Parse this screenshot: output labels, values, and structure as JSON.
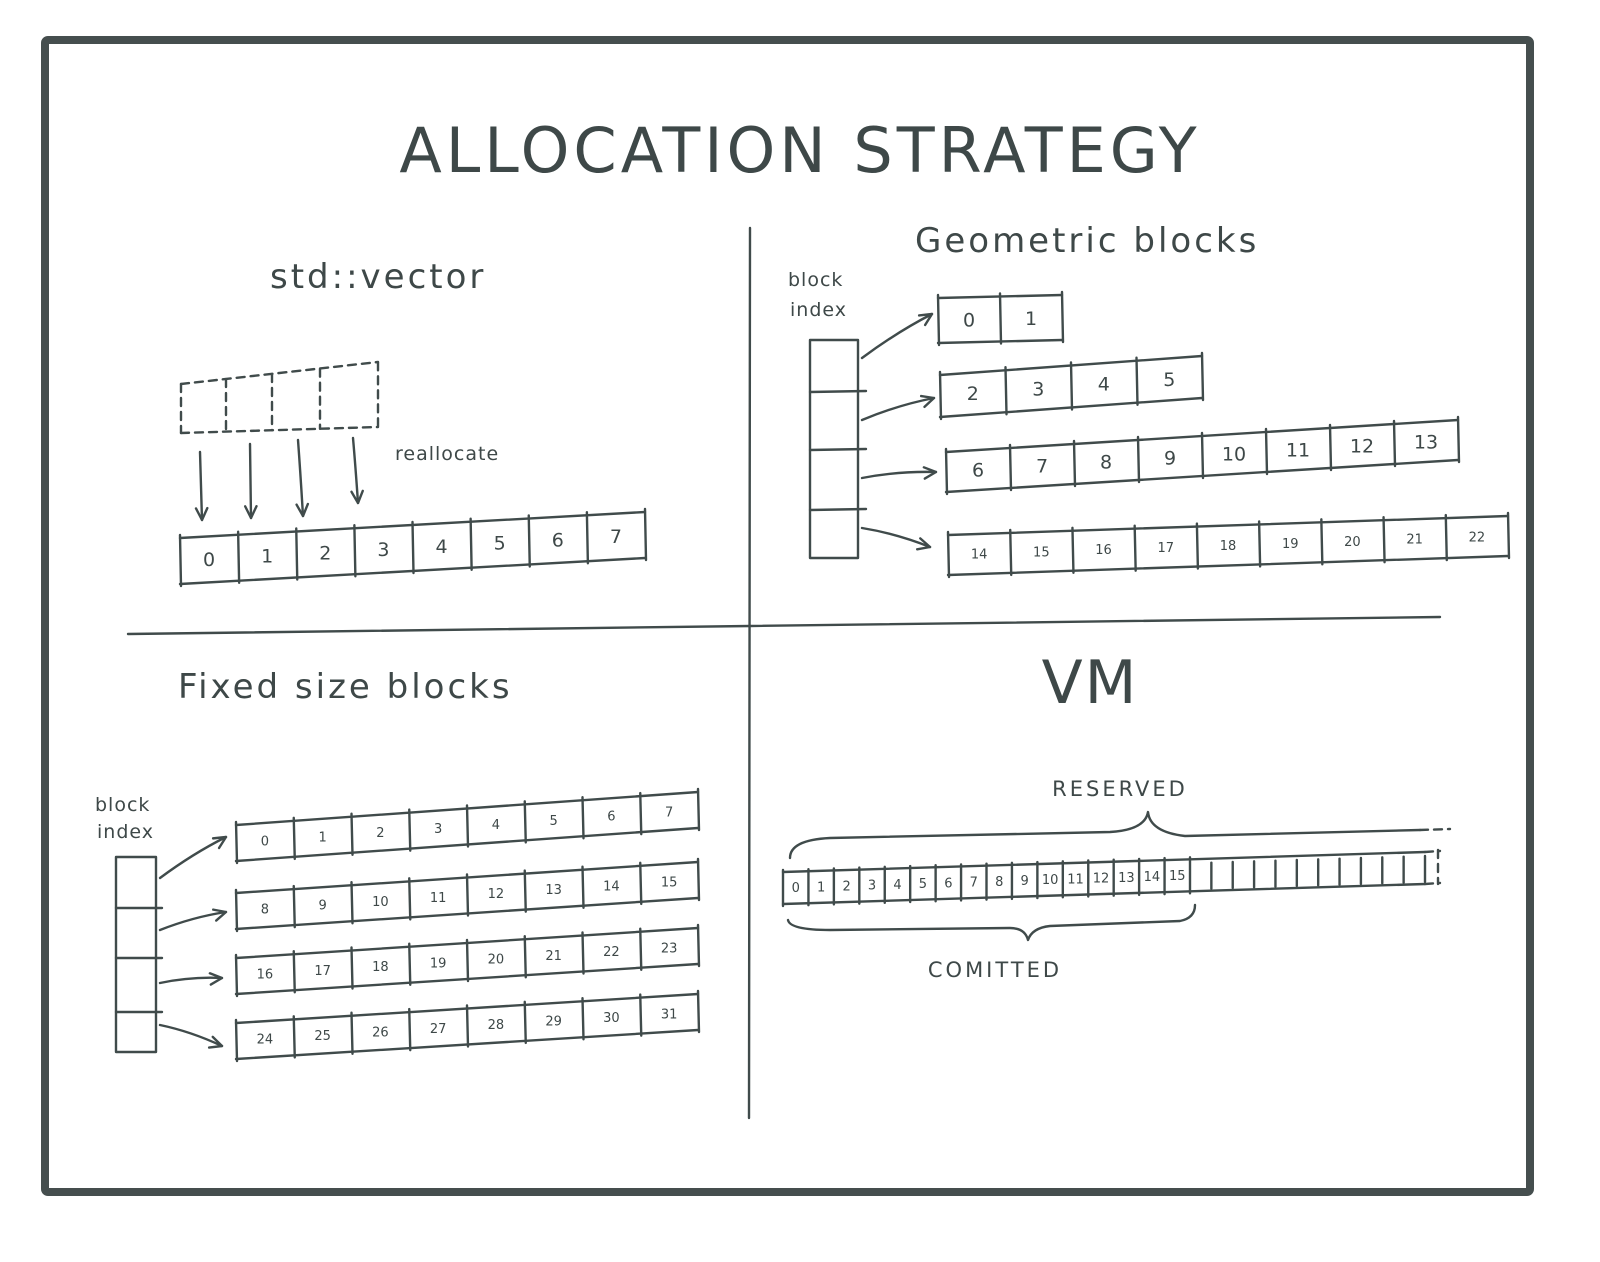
{
  "title": "ALLOCATION STRATEGY",
  "sections": {
    "vector": {
      "heading": "std::vector",
      "note": "reallocate",
      "cells": [
        "0",
        "1",
        "2",
        "3",
        "4",
        "5",
        "6",
        "7"
      ]
    },
    "geometric": {
      "heading": "Geometric blocks",
      "index_label": [
        "block",
        "index"
      ],
      "blocks": [
        [
          "0",
          "1"
        ],
        [
          "2",
          "3",
          "4",
          "5"
        ],
        [
          "6",
          "7",
          "8",
          "9",
          "10",
          "11",
          "12",
          "13"
        ],
        [
          "14",
          "15",
          "16",
          "17",
          "18",
          "19",
          "20",
          "21",
          "22"
        ]
      ]
    },
    "fixed": {
      "heading": "Fixed size blocks",
      "index_label": [
        "block",
        "index"
      ],
      "blocks": [
        [
          "0",
          "1",
          "2",
          "3",
          "4",
          "5",
          "6",
          "7"
        ],
        [
          "8",
          "9",
          "10",
          "11",
          "12",
          "13",
          "14",
          "15"
        ],
        [
          "16",
          "17",
          "18",
          "19",
          "20",
          "21",
          "22",
          "23"
        ],
        [
          "24",
          "25",
          "26",
          "27",
          "28",
          "29",
          "30",
          "31"
        ]
      ]
    },
    "vm": {
      "heading": "VM",
      "reserved_label": "RESERVED",
      "committed_label": "COMITTED",
      "committed_cells": [
        "0",
        "1",
        "2",
        "3",
        "4",
        "5",
        "6",
        "7",
        "8",
        "9",
        "10",
        "11",
        "12",
        "13",
        "14",
        "15"
      ],
      "reserved_empty_cells": 11
    }
  }
}
